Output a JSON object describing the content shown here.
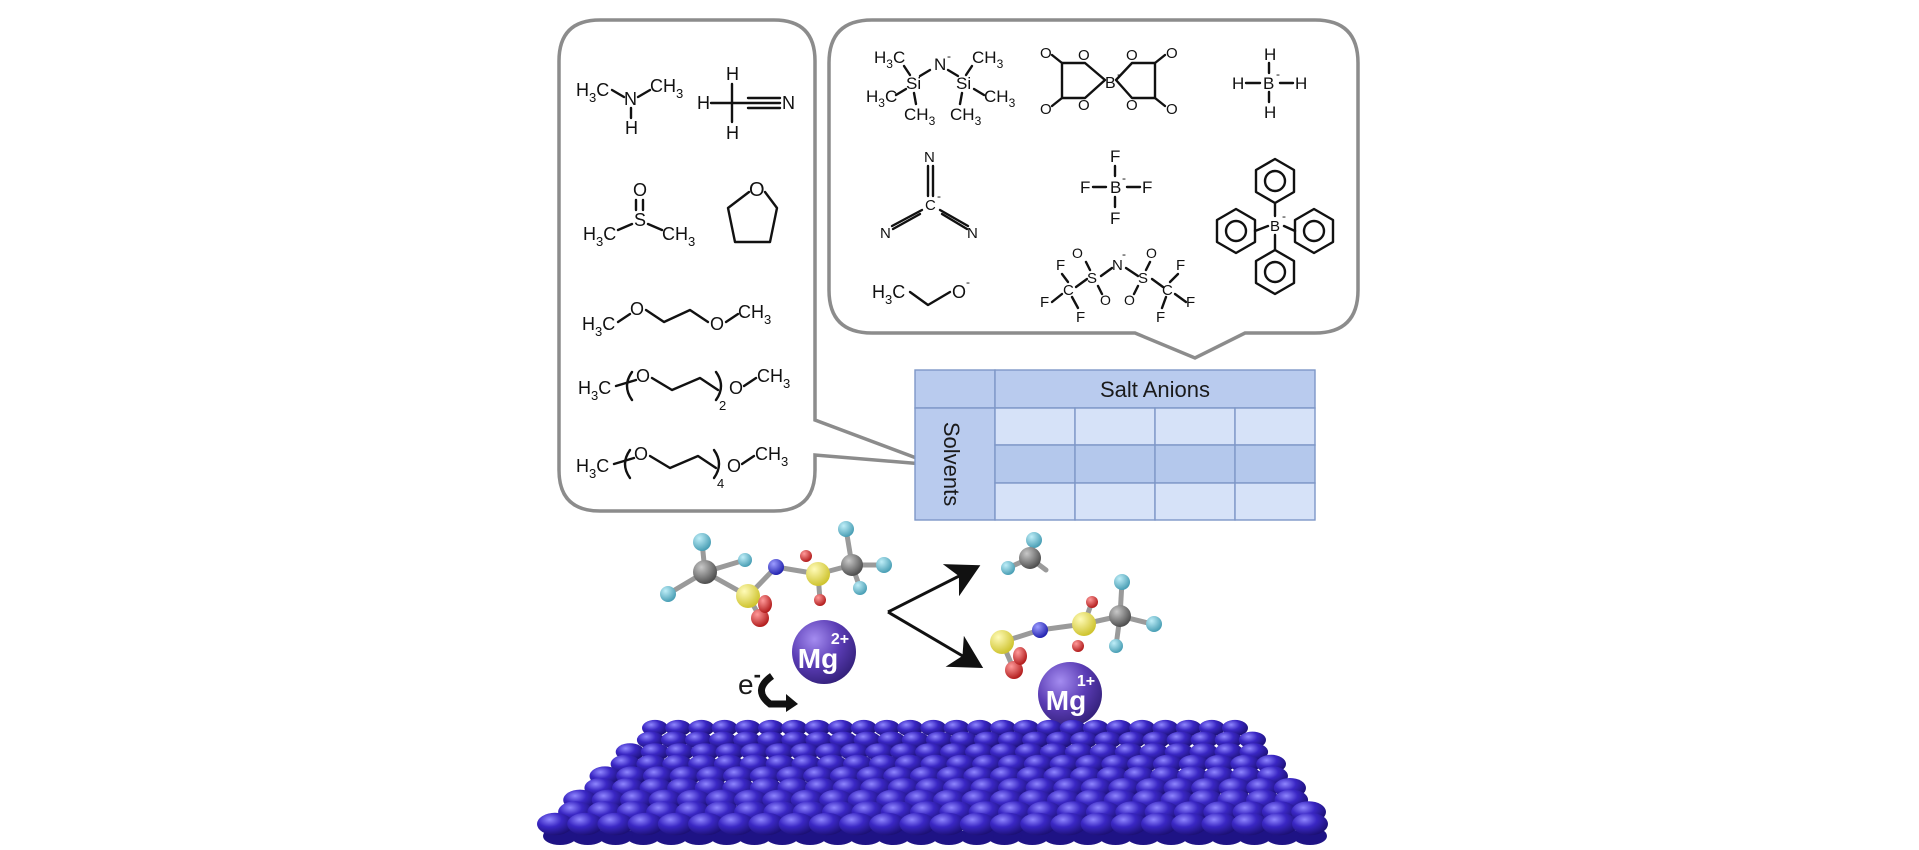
{
  "table": {
    "column_header": "Salt Anions",
    "row_header": "Solvents"
  },
  "ions": {
    "mg2": {
      "symbol": "Mg",
      "charge": "2+"
    },
    "mg1": {
      "symbol": "Mg",
      "charge": "1+"
    }
  },
  "electron": {
    "symbol": "e",
    "charge": "-"
  },
  "solvent_labels": {
    "trimethylamine": {
      "left": "H",
      "left_sub": "3",
      "left_tail": "C",
      "n": "N",
      "right": "CH",
      "right_sub": "3",
      "h": "H"
    },
    "acetonitrile": {
      "h_top": "H",
      "h_left": "H",
      "h_bottom": "H",
      "n": "N"
    },
    "dmso": {
      "o": "O",
      "s": "S",
      "left": "H",
      "left_sub": "3",
      "left_tail": "C",
      "right": "CH",
      "right_sub": "3"
    },
    "thf": {
      "o": "O"
    },
    "dme": {
      "left": "H",
      "left_sub": "3",
      "left_tail": "C",
      "o1": "O",
      "o2": "O",
      "right": "CH",
      "right_sub": "3"
    },
    "diglyme": {
      "left": "H",
      "left_sub": "3",
      "left_tail": "C",
      "o1": "O",
      "o2": "O",
      "right": "CH",
      "right_sub": "3",
      "n": "2"
    },
    "tetraglyme": {
      "left": "H",
      "left_sub": "3",
      "left_tail": "C",
      "o1": "O",
      "o2": "O",
      "right": "CH",
      "right_sub": "3",
      "n": "4"
    }
  },
  "anion_labels": {
    "hmds": {
      "n": "N",
      "si": "Si",
      "h": "H",
      "c": "C",
      "ch": "CH",
      "sub": "3",
      "minus": "-"
    },
    "bob": {
      "o": "O",
      "b": "B",
      "minus": "-"
    },
    "bh4": {
      "h": "H",
      "b": "B",
      "minus": "-"
    },
    "tcm": {
      "n": "N",
      "c": "C",
      "minus": "-"
    },
    "bf4": {
      "f": "F",
      "b": "B",
      "minus": "-"
    },
    "bph4": {
      "b": "B",
      "minus": "-"
    },
    "ethoxide": {
      "h": "H",
      "sub": "3",
      "c": "C",
      "o": "O",
      "minus": "-"
    },
    "tfsi": {
      "f": "F",
      "c": "C",
      "s": "S",
      "o": "O",
      "n": "N",
      "minus": "-"
    }
  },
  "colors": {
    "electrode": "#2f1fa8",
    "electrode_highlight": "#6a5cf0",
    "ion": "#5b3fb0",
    "carbon": "#6e6e6e",
    "fluorine": "#5fb3c8",
    "sulfur": "#e8e04a",
    "nitrogen": "#3a3ad0",
    "oxygen": "#d43030",
    "table_light": "#d6e2f8",
    "table_mid": "#b4c8ec",
    "bubble_border": "#8c8c8c"
  }
}
